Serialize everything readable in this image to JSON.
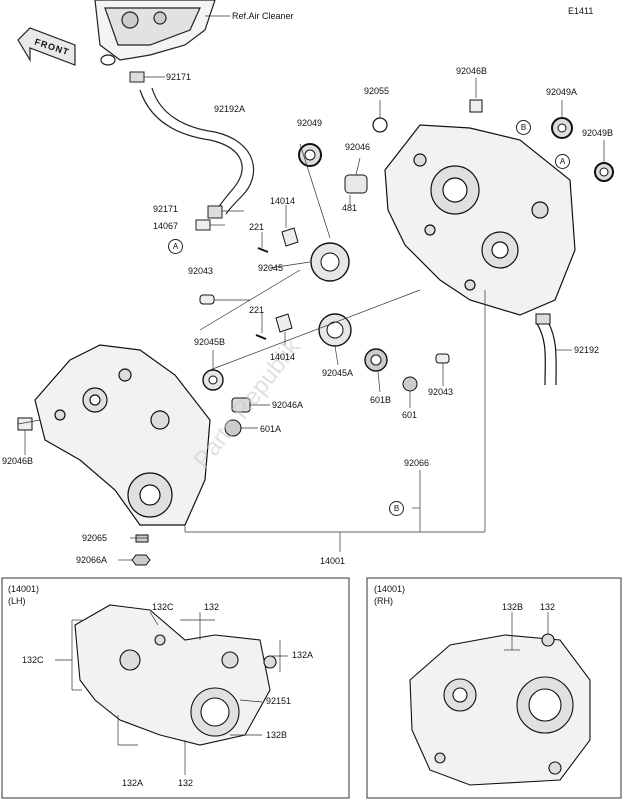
{
  "figure_code": "E1411",
  "front_tag": "FRONT",
  "ref_air_cleaner": "Ref.Air Cleaner",
  "parts": {
    "p92171_top": "92171",
    "p92192A": "92192A",
    "p92171_mid": "92171",
    "p14067": "14067",
    "p92049": "92049",
    "p92055": "92055",
    "p92046B_top": "92046B",
    "p92049A": "92049A",
    "p92049B": "92049B",
    "p92046": "92046",
    "p481": "481",
    "p14014_top": "14014",
    "p221_top": "221",
    "p92045": "92045",
    "p92043_left": "92043",
    "p221_bot": "221",
    "p14014_bot": "14014",
    "p92045B": "92045B",
    "p92045A": "92045A",
    "p92046A": "92046A",
    "p601A": "601A",
    "p601B": "601B",
    "p601": "601",
    "p92043_right": "92043",
    "p92192": "92192",
    "p92046B_left": "92046B",
    "p92066": "92066",
    "p92065": "92065",
    "p92066A": "92066A",
    "p14001": "14001"
  },
  "callouts": {
    "A1": "A",
    "A2": "A",
    "B1": "B",
    "B2": "B"
  },
  "inset_lh": {
    "title": "(14001)",
    "subtitle": "(LH)",
    "labels": {
      "a": "132C",
      "b": "132",
      "c": "132C",
      "d": "132A",
      "e": "92151",
      "f": "132B",
      "g": "132A",
      "h": "132"
    }
  },
  "inset_rh": {
    "title": "(14001)",
    "subtitle": "(RH)",
    "labels": {
      "a": "132B",
      "b": "132"
    }
  },
  "watermark": "Parts Republik"
}
